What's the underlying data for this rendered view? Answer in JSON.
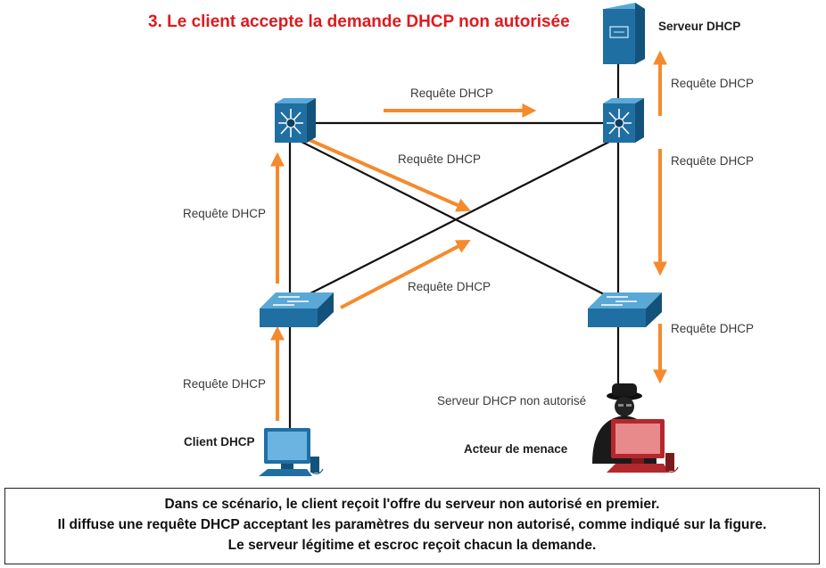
{
  "title": "3. Le client accepte la demande DHCP non autorisée",
  "devices": {
    "dhcp_server": "Serveur DHCP",
    "dhcp_client": "Client DHCP",
    "rogue_server": "Serveur DHCP non autorisé",
    "threat_actor": "Acteur de menace"
  },
  "arrow_labels": {
    "top_horizontal": "Requête DHCP",
    "diag_top": "Requête DHCP",
    "diag_bottom": "Requête DHCP",
    "left_upper": "Requête DHCP",
    "left_lower": "Requête DHCP",
    "right_top": "Requête DHCP",
    "right_middle": "Requête DHCP",
    "right_lower": "Requête DHCP"
  },
  "caption": {
    "line1": "Dans ce scénario, le client reçoit l'offre du serveur non autorisé en premier.",
    "line2": "Il diffuse une requête DHCP acceptant les paramètres du serveur non autorisé, comme indiqué sur la figure.",
    "line3": "Le serveur légitime et escroc reçoit chacun la demande."
  },
  "colors": {
    "arrow": "#f58a2d",
    "device_blue": "#1f6fa3",
    "title_red": "#e0191e",
    "rogue_red": "#b3282d"
  }
}
